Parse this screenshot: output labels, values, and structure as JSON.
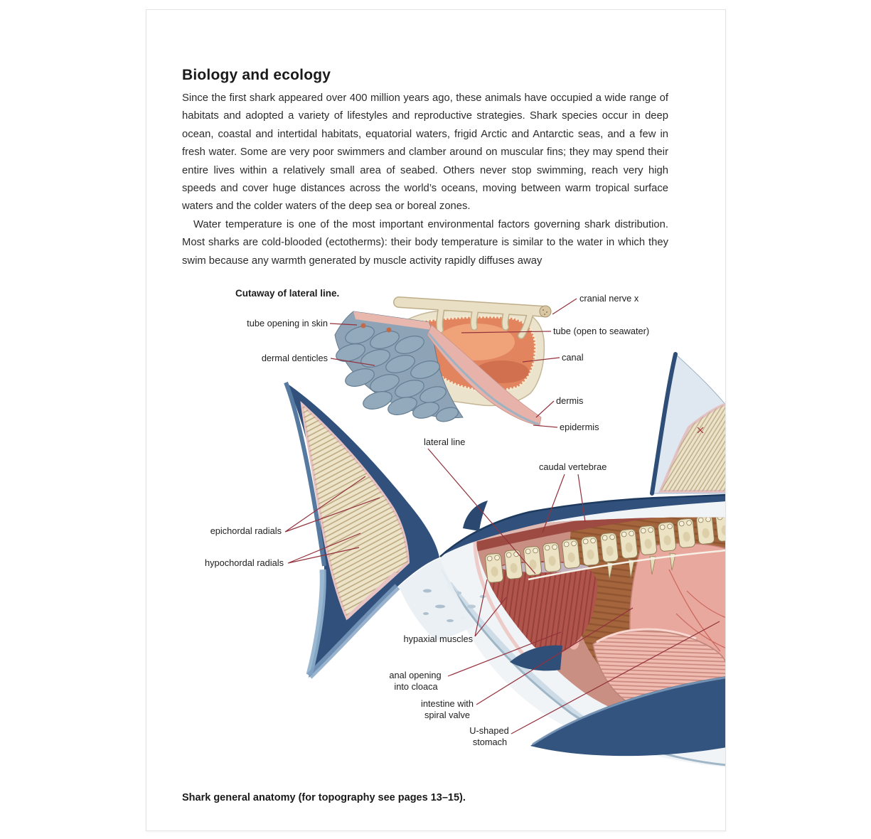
{
  "article": {
    "heading": "Biology and ecology",
    "paragraphs": [
      "Since the first shark appeared over 400 million years ago, these animals have occupied a wide range of habitats and adopted a variety of lifestyles and reproductive strategies. Shark species occur in deep ocean, coastal and intertidal habitats, equatorial waters, frigid Arctic and Antarctic seas, and a few in fresh water. Some are very poor swimmers and clamber around on muscular fins; they may spend their entire lives within a relatively small area of seabed. Others never stop swimming, reach very high speeds and cover huge distances across the world’s oceans, moving between warm tropical surface waters and the colder waters of the deep sea or boreal zones.",
      "Water temperature is one of the most important environmental factors governing shark distribution. Most sharks are cold-blooded (ectotherms): their body temperature is similar to the water in which they swim because any warmth generated by muscle activity rapidly diffuses away"
    ],
    "caption": "Shark general anatomy (for topography see pages 13–15)."
  },
  "figure": {
    "cutaway_title": "Cutaway of lateral line.",
    "labels": {
      "tube_opening": "tube opening in skin",
      "dermal_denticles": "dermal denticles",
      "cranial_nerve": "cranial nerve x",
      "tube_seawater": "tube (open to seawater)",
      "canal": "canal",
      "dermis": "dermis",
      "epidermis": "epidermis",
      "lateral_line": "lateral line",
      "caudal_vertebrae": "caudal vertebrae",
      "epichordal_radials": "epichordal radials",
      "hypochordal_radials": "hypochordal radials",
      "hypaxial_muscles": "hypaxial muscles",
      "anal_opening_1": "anal opening",
      "anal_opening_2": "into cloaca",
      "intestine_1": "intestine with",
      "intestine_2": "spiral valve",
      "stomach_1": "U-shaped",
      "stomach_2": "stomach"
    }
  },
  "colors": {
    "label_line": "#93313c",
    "label_text": "#1d1d1d",
    "body_navy": "#31517c",
    "fin_cream": "#ece3c9",
    "muscle_red": "#b1544c",
    "muscle_brown": "#a4653d",
    "intestine_pink": "#f0bcb2",
    "denticle_blue": "#93a9bc",
    "dermis_pink": "#e6b2aa"
  }
}
